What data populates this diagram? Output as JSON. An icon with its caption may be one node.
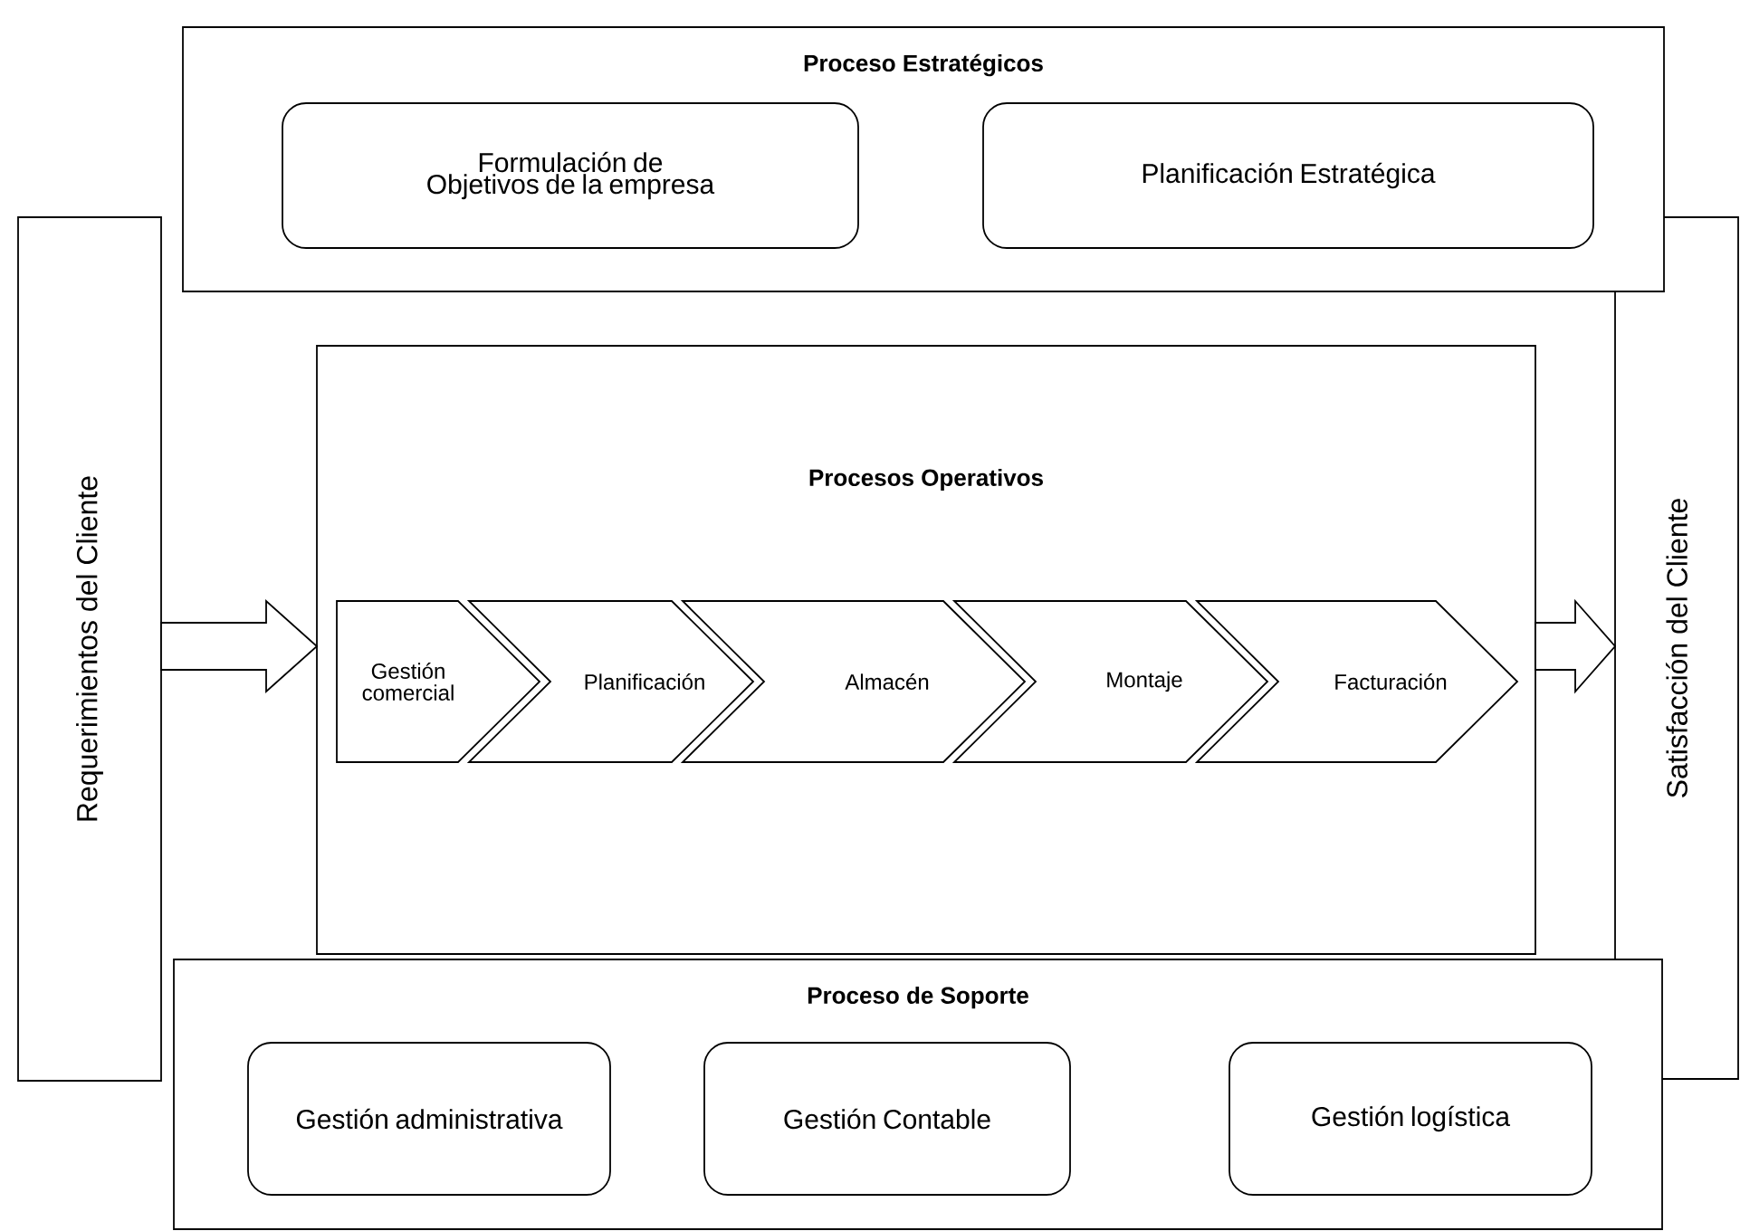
{
  "diagram": {
    "nodes": [
      {
        "text": [
          "Proceso Estratégicos"
        ]
      },
      {
        "text": [
          "Formulación de Objetivos de la empresa"
        ],
        "in": 0
      },
      {
        "text": [
          "Planificación Estratégica"
        ],
        "in": 0
      },
      {
        "text": [
          "Requerimientos del Cliente"
        ]
      },
      {
        "text": [
          "Procesos Operativos"
        ]
      },
      {
        "text": [
          "Gestión comercial"
        ],
        "in": 4
      },
      {
        "text": [
          "Planificación"
        ],
        "in": 4
      },
      {
        "text": [
          "Almacén"
        ],
        "in": 4
      },
      {
        "text": [
          "Montaje"
        ],
        "in": 4
      },
      {
        "text": [
          "Facturación"
        ],
        "in": 4
      },
      {
        "text": [
          "Satisfacción del Cliente"
        ]
      },
      {
        "text": [
          "Proceso de Soporte"
        ]
      },
      {
        "text": [
          "Gestión administrativa"
        ],
        "in": 11
      },
      {
        "text": [
          "Gestión Contable"
        ],
        "in": 11
      },
      {
        "text": [
          "Gestión logística"
        ],
        "in": 11
      }
    ],
    "edges": [
      {
        "from": 3,
        "to": 4,
        "arrow": "to"
      },
      {
        "from": 4,
        "to": 10,
        "arrow": "to"
      }
    ]
  }
}
